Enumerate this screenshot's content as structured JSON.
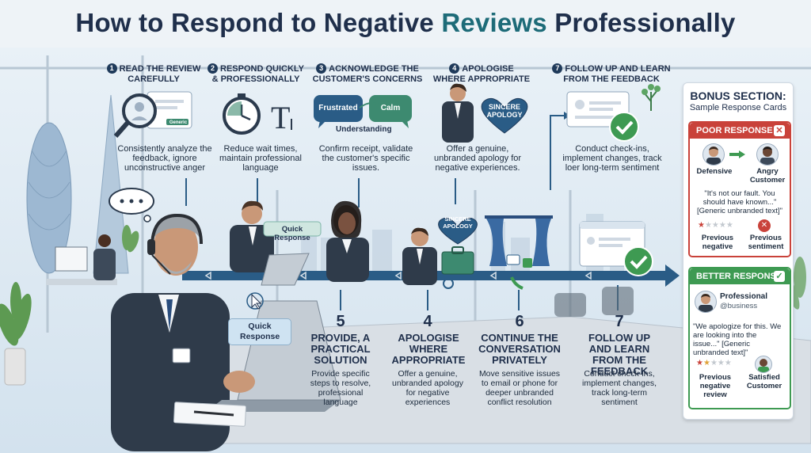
{
  "title": {
    "main": "How to Respond to Negative",
    "highlight": "Reviews",
    "tail": "Professionally"
  },
  "top_steps": [
    {
      "num": "1",
      "label": "READ THE REVIEW CAREFULLY",
      "desc": "Consistently analyze the feedback, ignore unconstructive anger"
    },
    {
      "num": "2",
      "label": "RESPOND QUICKLY & PROFESSIONALLY",
      "desc": "Reduce wait times, maintain professional language"
    },
    {
      "num": "3",
      "label": "ACKNOWLEDGE THE CUSTOMER'S CONCERNS",
      "desc": "Confirm receipt, validate the customer's specific issues."
    },
    {
      "num": "4",
      "label": "APOLOGISE WHERE APPROPRIATE",
      "desc": "Offer a genuine, unbranded apology for negative experiences."
    },
    {
      "num": "7",
      "label": "FOLLOW UP AND LEARN FROM THE FEEDBACK",
      "desc": "Conduct check-ins, implement changes, track loer long-term sentiment"
    }
  ],
  "bottom_steps": [
    {
      "num": "5",
      "label": "PROVIDE, A PRACTICAL SOLUTION",
      "desc": "Provide specific steps to resolve, professional language"
    },
    {
      "num": "4",
      "label": "APOLOGISE WHERE APPROPRIATE",
      "desc": "Offer a genuine, unbranded apology for negative experiences"
    },
    {
      "num": "6",
      "label": "CONTINUE THE CONVERSATION PRIVATELY",
      "desc": "Move sensitive issues to email or phone for deeper unbranded conflict resolution"
    },
    {
      "num": "7",
      "label": "FOLLOW UP AND LEARN FROM THE FEEDBACK",
      "desc": "Conduct check-ins, implement changes, track long-term sentiment"
    }
  ],
  "illustration_labels": {
    "generic_tag": "Generic",
    "frustrated": "Frustrated",
    "calm": "Calm",
    "understanding": "Understanding",
    "sincere_apology": "SINCERE APOLOGY",
    "quick_response_bubble": "Quick Response",
    "quick_response_box": "Quick Response",
    "sincere_apology_small": "SINCERE APOLOGY"
  },
  "bonus": {
    "title": "BONUS SECTION:",
    "subtitle": "Sample Response Cards",
    "poor": {
      "header": "POOR RESPONSE",
      "left_label": "Defensive",
      "right_label": "Angry Customer",
      "quote": "\"It's not our fault. You should have known...\" [Generic unbranded text]\"",
      "rating_label": "Previous negative",
      "outcome_label": "Previous sentiment",
      "stars_filled": 1,
      "stars_total": 5
    },
    "better": {
      "header": "BETTER RESPONSE",
      "name": "Professional",
      "handle": "@business",
      "quote": "\"We apologize for this. We are looking into the issue...\" [Generic unbranded text]\"",
      "rating_label": "Previous negative review",
      "outcome_label": "Satisfied Customer",
      "stars_filled": 2,
      "stars_total": 5
    }
  },
  "colors": {
    "title": "#1f2f4b",
    "accent": "#1d6b78",
    "poor": "#c9423a",
    "better": "#3e9a52",
    "arrow": "#2a5c86"
  }
}
